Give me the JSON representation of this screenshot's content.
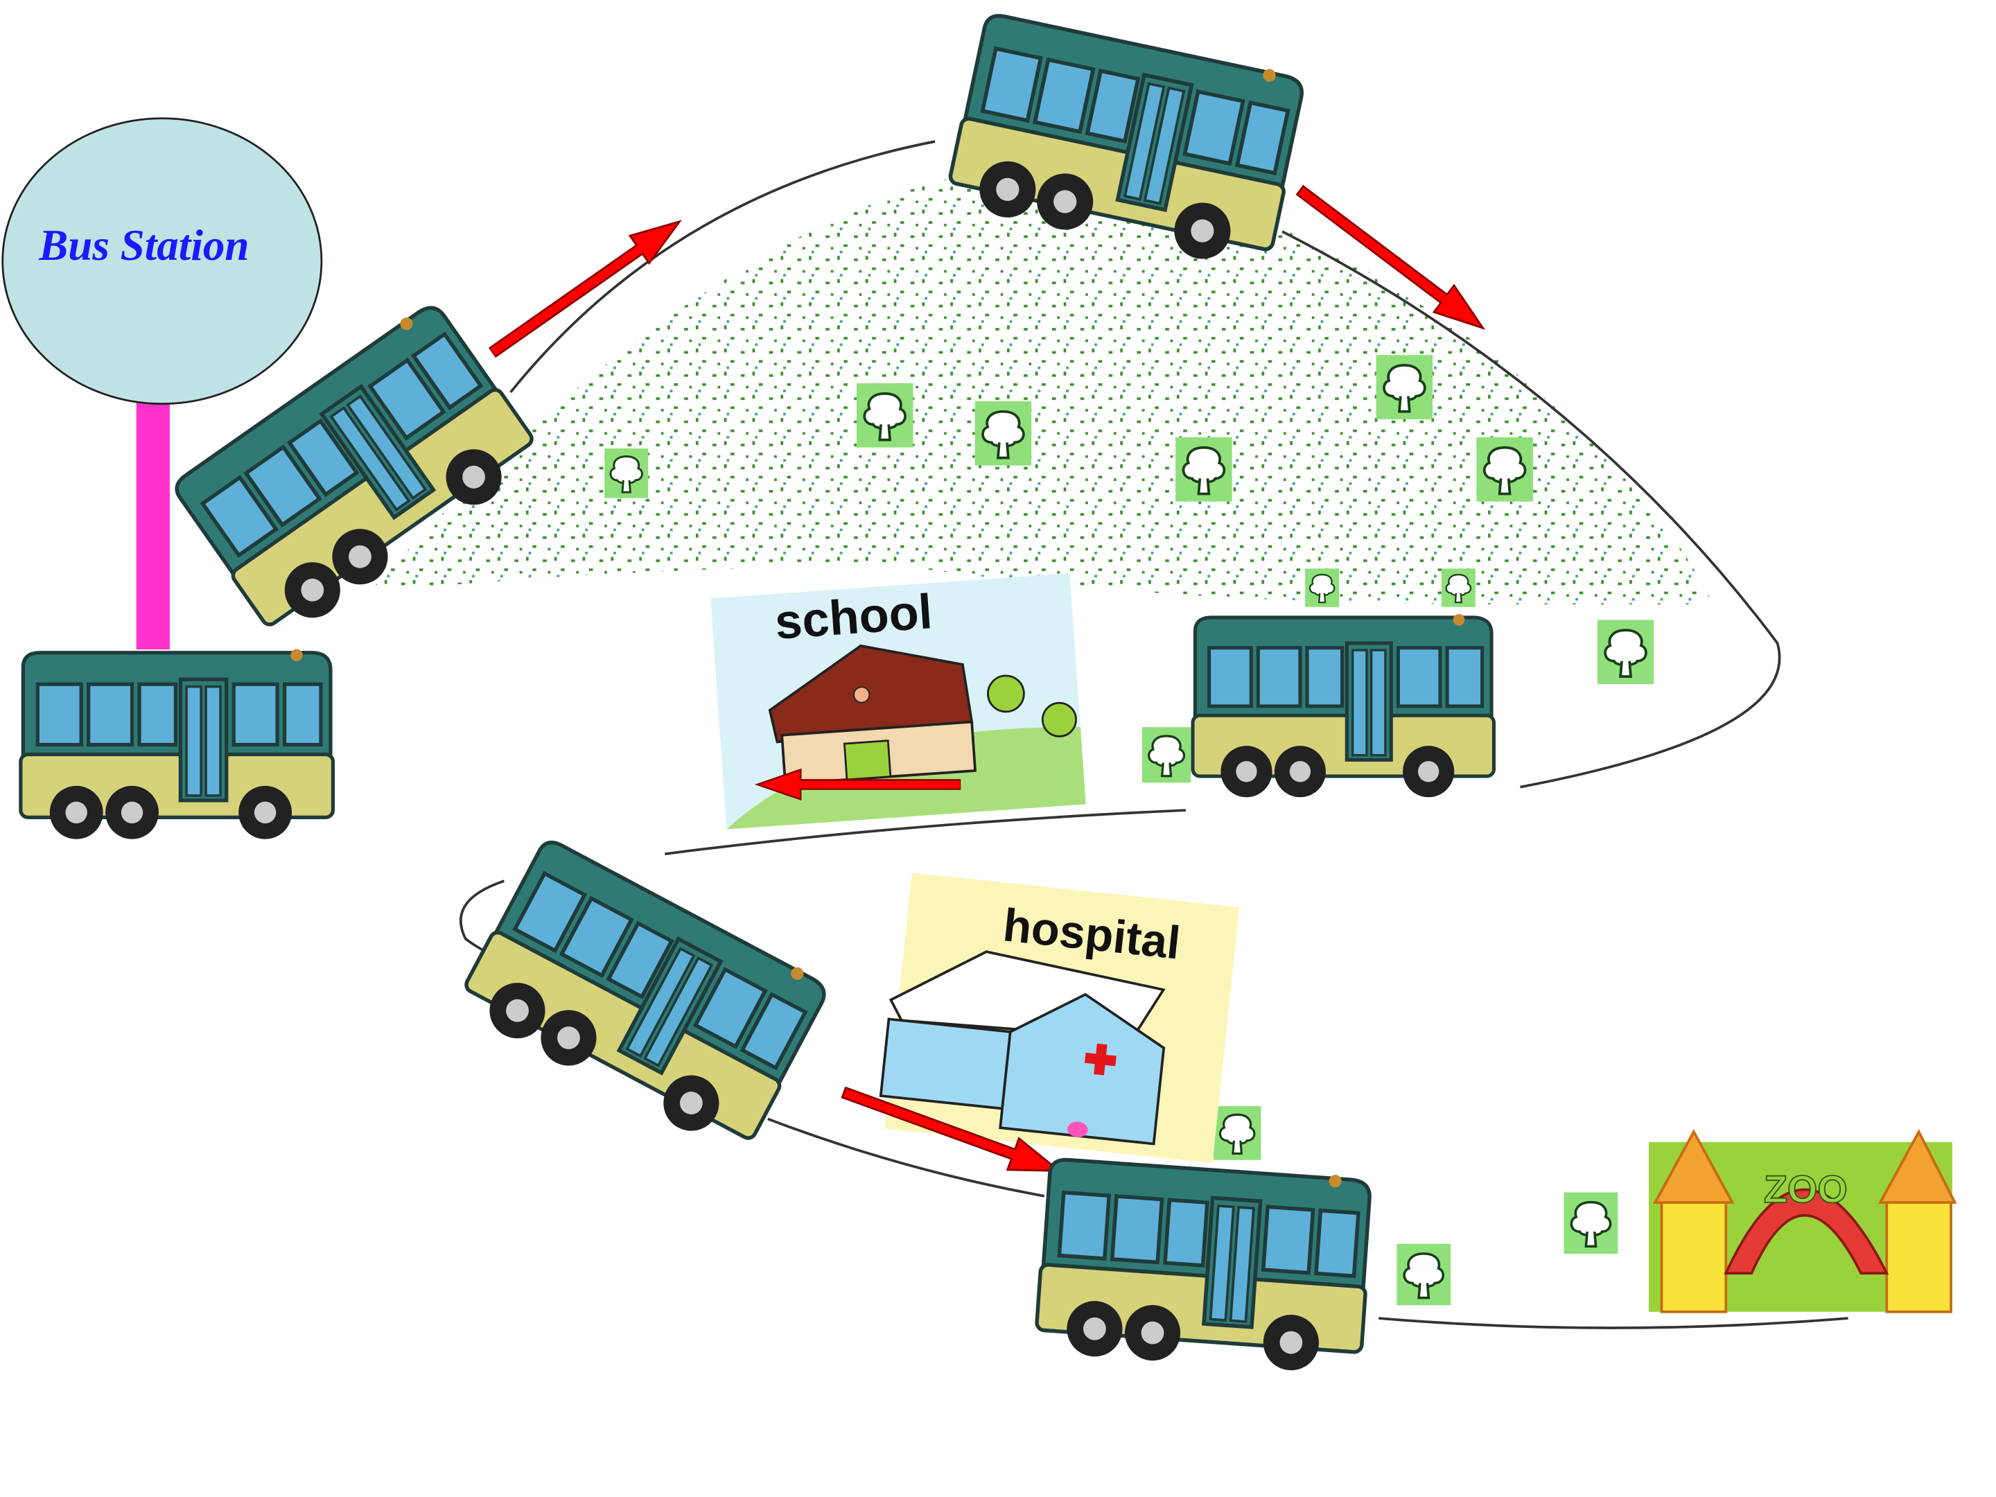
{
  "labels": {
    "bus_station": "Bus Station",
    "school": "school",
    "hospital": "hospital",
    "zoo_sign": "ZOO"
  },
  "colors": {
    "bus_body": "#2f7a74",
    "bus_window": "#5fb0d8",
    "bus_bumper": "#d6d27a",
    "arrow": "#ff0000",
    "station_circle": "#bfe3e4",
    "station_pole": "#ff33cc",
    "station_text": "#1a1aff",
    "tree": "#8fe07a",
    "hill_dots": "#2e8b1e"
  },
  "icons": {
    "bus": "bus-icon",
    "tree": "tree-icon",
    "arrow": "arrow-icon"
  }
}
